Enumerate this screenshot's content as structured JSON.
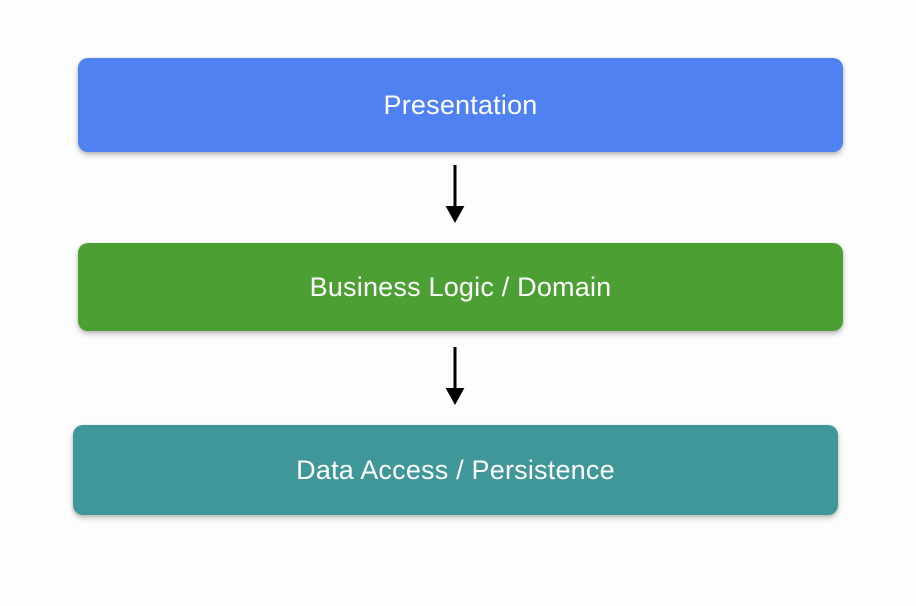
{
  "diagram": {
    "type": "layered-architecture-flow",
    "background_color": "#fdfdfd",
    "orientation": "vertical-top-down",
    "layers": [
      {
        "id": "presentation",
        "label": "Presentation",
        "color": "#4f81f2",
        "text_color": "#ffffff"
      },
      {
        "id": "business-logic",
        "label": "Business Logic / Domain",
        "color": "#4ca033",
        "text_color": "#ffffff"
      },
      {
        "id": "data-access",
        "label": "Data Access / Persistence",
        "color": "#409799",
        "text_color": "#ffffff"
      }
    ],
    "connectors": [
      {
        "id": "presentation-to-business",
        "from": "presentation",
        "to": "business-logic",
        "style": "solid-arrow-down",
        "color": "#000000",
        "label": ""
      },
      {
        "id": "business-to-data",
        "from": "business-logic",
        "to": "data-access",
        "style": "solid-arrow-down",
        "color": "#000000",
        "label": ""
      }
    ]
  }
}
